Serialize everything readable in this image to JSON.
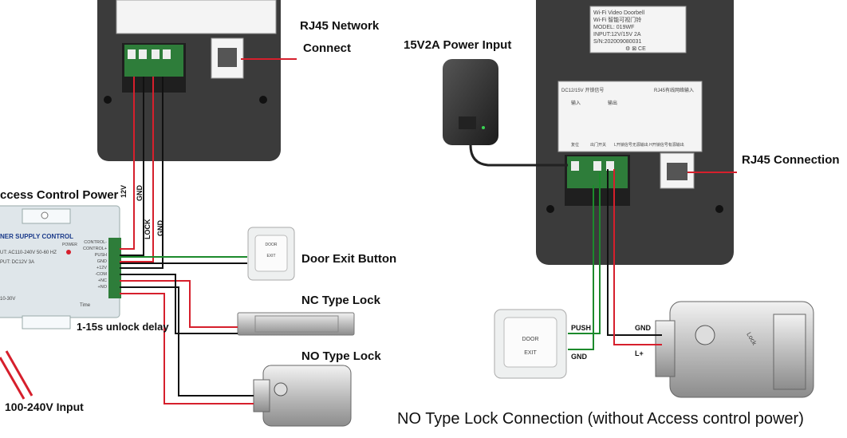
{
  "labels": {
    "rj45_network": "RJ45 Network",
    "rj45_connect": "Connect",
    "power_input_15v": "15V2A Power Input",
    "rj45_connection": "RJ45 Connection",
    "access_control_power": "ccess Control Power",
    "door_exit_button": "Door Exit Button",
    "nc_type_lock": "NC Type Lock",
    "no_type_lock": "NO Type Lock",
    "unlock_delay": "1-15s unlock delay",
    "ac_input": "100-240V Input",
    "caption": "NO Type Lock Connection (without Access control power)"
  },
  "wire_labels": {
    "v12": "12V",
    "gnd_top": "GND",
    "lock": "LOCK",
    "gnd_lock": "GND",
    "push": "PUSH",
    "gnd_exit": "GND",
    "gnd_lock_right": "GND",
    "l_plus": "L+"
  },
  "psu": {
    "title": "NER SUPPLY CONTROL",
    "input": "UT: AC110-240V 50-60 HZ",
    "output": "PUT: DC12V  3A",
    "range": "10-30V",
    "power": "POWER",
    "time": "Time",
    "terminals": [
      "CONTROL-",
      "CONTROL+",
      "PUSH",
      "GND",
      "+12V",
      "-COM",
      "+NC",
      "+NO"
    ]
  },
  "doorbell_label": {
    "line1": "Wi-Fi  Video Doorbell",
    "line2": "Wi-Fi  智能可视门铃",
    "model": "MODEL:      019WF",
    "input": "INPUT:12V/15V  2A",
    "sn": "S/N:202009080031",
    "marks": "⚙ ⊠ CE"
  },
  "wiring_panel": {
    "dc": "DC12/15V  开锁信号",
    "rj45": "RJ45有线网络输入",
    "in": "输入",
    "out": "输出",
    "reset": "复位",
    "exit": "出门开关",
    "unlock": "L开锁信号无源输出 H开锁信号有源输出"
  },
  "exit_button": {
    "line1": "DOOR",
    "line2": "EXIT"
  },
  "lock_brand": "Lock",
  "colors": {
    "red_wire": "#d61f2c",
    "green_wire": "#1c8a2c",
    "black_wire": "#111111",
    "device_body": "#3b3b3b"
  }
}
